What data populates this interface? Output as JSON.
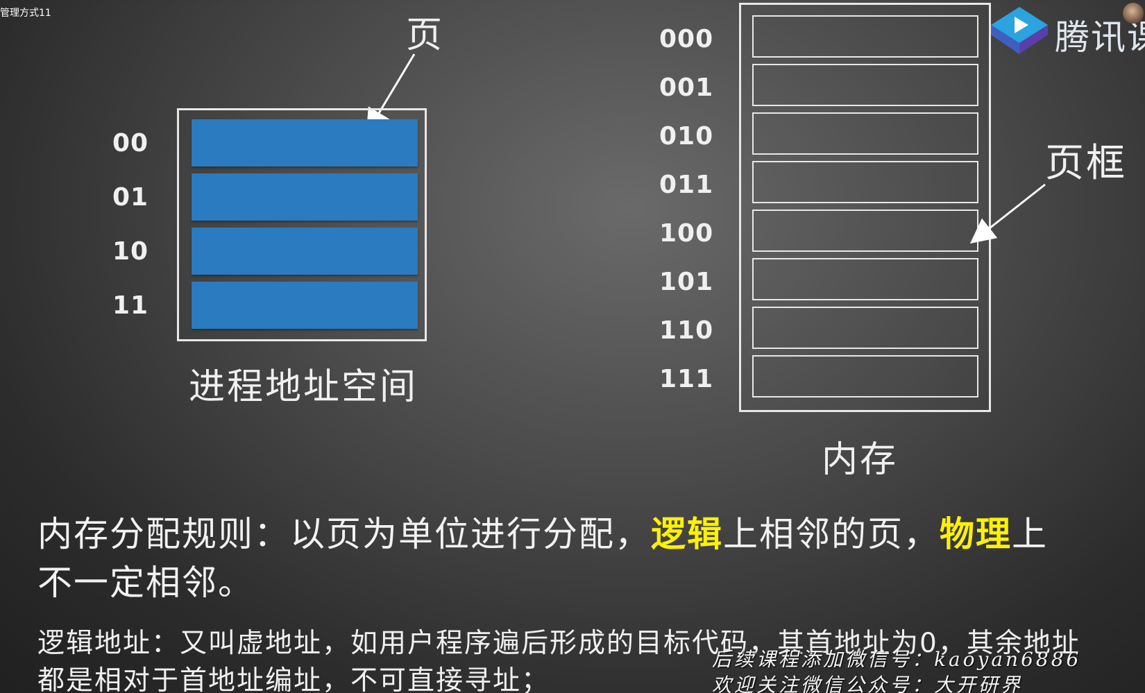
{
  "window": {
    "title": "管理方式11"
  },
  "watermark_brand": {
    "text": "腾讯课"
  },
  "diagram": {
    "page_label": "页",
    "page_frame_label": "页框",
    "process_addresses": [
      "00",
      "01",
      "10",
      "11"
    ],
    "process_caption": "进程地址空间",
    "memory_addresses": [
      "000",
      "001",
      "010",
      "011",
      "100",
      "101",
      "110",
      "111"
    ],
    "memory_caption": "内存"
  },
  "rule": {
    "prefix": "内存分配规则：以页为单位进行分配，",
    "highlight1": "逻辑",
    "middle": "上相邻的页，",
    "highlight2": "物理",
    "suffix": "上",
    "line2": "不一定相邻。"
  },
  "note": {
    "line1": "逻辑地址：又叫虚地址，如用户程序遍后形成的目标代码，其首地址为0，其余地址",
    "line2": "都是相对于首地址编址，不可直接寻址；"
  },
  "overlay": {
    "line1": "后续课程添加微信号：kaoyan6886",
    "line2": "欢迎关注微信公众号：大开研界"
  },
  "colors": {
    "page_block": "#2a7bc0",
    "highlight": "#fff200",
    "background": "#4a4a4a"
  }
}
